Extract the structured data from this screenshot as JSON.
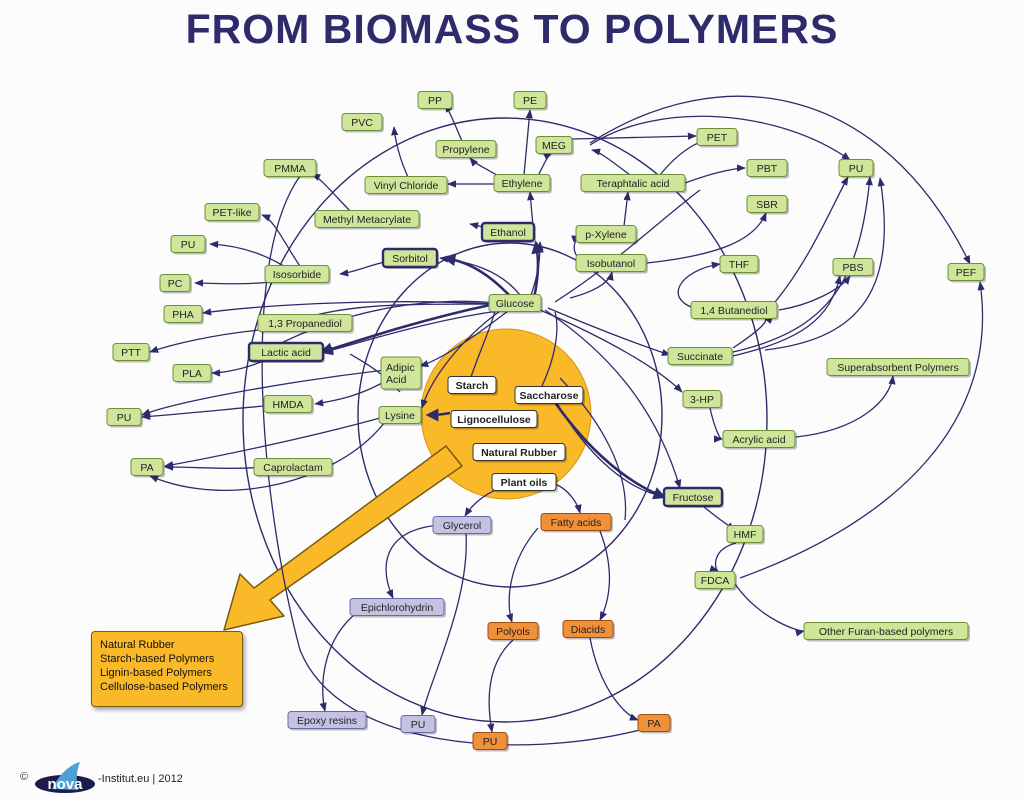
{
  "title": "FROM BIOMASS TO POLYMERS",
  "colors": {
    "line": "#2e2b6b",
    "green_fill": "#cfe59a",
    "green_border": "#6e8f3a",
    "white_fill": "#ffffff",
    "white_border": "#333333",
    "purple_fill": "#c4c2e3",
    "purple_border": "#6b6aa6",
    "orange_fill": "#f0913a",
    "orange_border": "#9a4e12",
    "core_fill": "#f9b928"
  },
  "nodes": [
    {
      "id": "pp",
      "text": "PP",
      "type": "green"
    },
    {
      "id": "pe",
      "text": "PE",
      "type": "green"
    },
    {
      "id": "pvc",
      "text": "PVC",
      "type": "green"
    },
    {
      "id": "propylene",
      "text": "Propylene",
      "type": "green"
    },
    {
      "id": "meg",
      "text": "MEG",
      "type": "green"
    },
    {
      "id": "pet",
      "text": "PET",
      "type": "green"
    },
    {
      "id": "pmma",
      "text": "PMMA",
      "type": "green"
    },
    {
      "id": "vinylchloride",
      "text": "Vinyl Chloride",
      "type": "green"
    },
    {
      "id": "ethylene",
      "text": "Ethylene",
      "type": "green"
    },
    {
      "id": "terephtalic",
      "text": "Teraphtalic acid",
      "type": "green"
    },
    {
      "id": "pbt",
      "text": "PBT",
      "type": "green"
    },
    {
      "id": "pu_tr",
      "text": "PU",
      "type": "green"
    },
    {
      "id": "petlike",
      "text": "PET-like",
      "type": "green"
    },
    {
      "id": "methylmeta",
      "text": "Methyl Metacrylate",
      "type": "green"
    },
    {
      "id": "ethanol",
      "text": "Ethanol",
      "type": "green",
      "bold": true
    },
    {
      "id": "sbr",
      "text": "SBR",
      "type": "green"
    },
    {
      "id": "pu_l1",
      "text": "PU",
      "type": "green"
    },
    {
      "id": "pxylene",
      "text": "p-Xylene",
      "type": "green"
    },
    {
      "id": "isosorbide",
      "text": "Isosorbide",
      "type": "green"
    },
    {
      "id": "sorbitol",
      "text": "Sorbitol",
      "type": "green",
      "bold": true
    },
    {
      "id": "thf",
      "text": "THF",
      "type": "green"
    },
    {
      "id": "isobutanol",
      "text": "Isobutanol",
      "type": "green"
    },
    {
      "id": "pbs",
      "text": "PBS",
      "type": "green"
    },
    {
      "id": "pef",
      "text": "PEF",
      "type": "green"
    },
    {
      "id": "pc",
      "text": "PC",
      "type": "green"
    },
    {
      "id": "glucose",
      "text": "Glucose",
      "type": "green"
    },
    {
      "id": "pha",
      "text": "PHA",
      "type": "green"
    },
    {
      "id": "propanediol",
      "text": "1,3 Propanediol",
      "type": "green"
    },
    {
      "id": "butanediol",
      "text": "1,4 Butanediol",
      "type": "green"
    },
    {
      "id": "ptt",
      "text": "PTT",
      "type": "green"
    },
    {
      "id": "lactic",
      "text": "Lactic acid",
      "type": "green",
      "bold": true
    },
    {
      "id": "succinate",
      "text": "Succinate",
      "type": "green"
    },
    {
      "id": "adipic",
      "text": "Adipic\nAcid",
      "type": "green"
    },
    {
      "id": "sap",
      "text": "Superabsorbent Polymers",
      "type": "green"
    },
    {
      "id": "pla",
      "text": "PLA",
      "type": "green"
    },
    {
      "id": "hmda",
      "text": "HMDA",
      "type": "green"
    },
    {
      "id": "hp3",
      "text": "3-HP",
      "type": "green"
    },
    {
      "id": "pu_l2",
      "text": "PU",
      "type": "green"
    },
    {
      "id": "lysine",
      "text": "Lysine",
      "type": "green"
    },
    {
      "id": "acrylic",
      "text": "Acrylic acid",
      "type": "green"
    },
    {
      "id": "pa_l",
      "text": "PA",
      "type": "green"
    },
    {
      "id": "caprolactam",
      "text": "Caprolactam",
      "type": "green"
    },
    {
      "id": "fructose",
      "text": "Fructose",
      "type": "green",
      "bold": true
    },
    {
      "id": "hmf",
      "text": "HMF",
      "type": "green"
    },
    {
      "id": "fdca",
      "text": "FDCA",
      "type": "green"
    },
    {
      "id": "otherfuran",
      "text": "Other Furan-based polymers",
      "type": "green"
    },
    {
      "id": "starch",
      "text": "Starch",
      "type": "white"
    },
    {
      "id": "saccharose",
      "text": "Saccharose",
      "type": "white"
    },
    {
      "id": "lignocellulose",
      "text": "Lignocellulose",
      "type": "white"
    },
    {
      "id": "naturalrubber",
      "text": "Natural Rubber",
      "type": "white"
    },
    {
      "id": "plantoils",
      "text": "Plant oils",
      "type": "white"
    },
    {
      "id": "glycerol",
      "text": "Glycerol",
      "type": "purple"
    },
    {
      "id": "epichlorohydrin",
      "text": "Epichlorohydrin",
      "type": "purple"
    },
    {
      "id": "epoxy",
      "text": "Epoxy resins",
      "type": "purple"
    },
    {
      "id": "pu_purple",
      "text": "PU",
      "type": "purple"
    },
    {
      "id": "fattyacids",
      "text": "Fatty acids",
      "type": "orange"
    },
    {
      "id": "polyols",
      "text": "Polyols",
      "type": "orange"
    },
    {
      "id": "diacids",
      "text": "Diacids",
      "type": "orange"
    },
    {
      "id": "pu_orange",
      "text": "PU",
      "type": "orange"
    },
    {
      "id": "pa_orange",
      "text": "PA",
      "type": "orange"
    }
  ],
  "output_box": {
    "lines": [
      "Natural Rubber",
      "Starch-based Polymers",
      "Lignin-based Polymers",
      "Cellulose-based Polymers"
    ]
  },
  "footer": {
    "copyright": "©",
    "logo_text": "nova",
    "institute": "-Institut.eu | 2012"
  }
}
